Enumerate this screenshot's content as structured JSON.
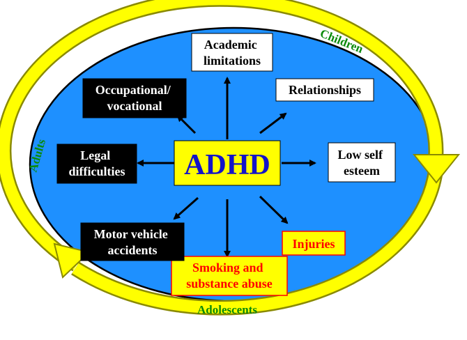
{
  "center": {
    "label": "ADHD"
  },
  "stages": {
    "children": "Children",
    "adolescents": "Adolescents",
    "adults": "Adults"
  },
  "outcomes": [
    {
      "key": "academic",
      "lines": [
        "Academic",
        "limitations"
      ],
      "style": "white"
    },
    {
      "key": "relationships",
      "lines": [
        "Relationships"
      ],
      "style": "white"
    },
    {
      "key": "self-esteem",
      "lines": [
        "Low self",
        "esteem"
      ],
      "style": "white"
    },
    {
      "key": "injuries",
      "lines": [
        "Injuries"
      ],
      "style": "yellow-red"
    },
    {
      "key": "smoking",
      "lines": [
        "Smoking and",
        "substance abuse"
      ],
      "style": "yellow-red"
    },
    {
      "key": "motor-vehicle",
      "lines": [
        "Motor vehicle",
        "accidents"
      ],
      "style": "black"
    },
    {
      "key": "legal",
      "lines": [
        "Legal",
        "difficulties"
      ],
      "style": "black"
    },
    {
      "key": "occupational",
      "lines": [
        "Occupational/",
        "vocational"
      ],
      "style": "black"
    }
  ],
  "colors": {
    "ellipse_fill": "#1e90ff",
    "ring": "#ffff00",
    "ring_outline": "#8a8a00",
    "center_fill": "#ffff00",
    "center_text": "#1414c8",
    "stage_text": "#0a8a0a",
    "white_box_fill": "#ffffff",
    "white_box_text": "#000000",
    "black_box_fill": "#000000",
    "black_box_text": "#ffffff",
    "yr_box_fill": "#ffff00",
    "yr_box_text": "#ff0000",
    "yr_box_border": "#ff0000",
    "arrow": "#000000"
  }
}
